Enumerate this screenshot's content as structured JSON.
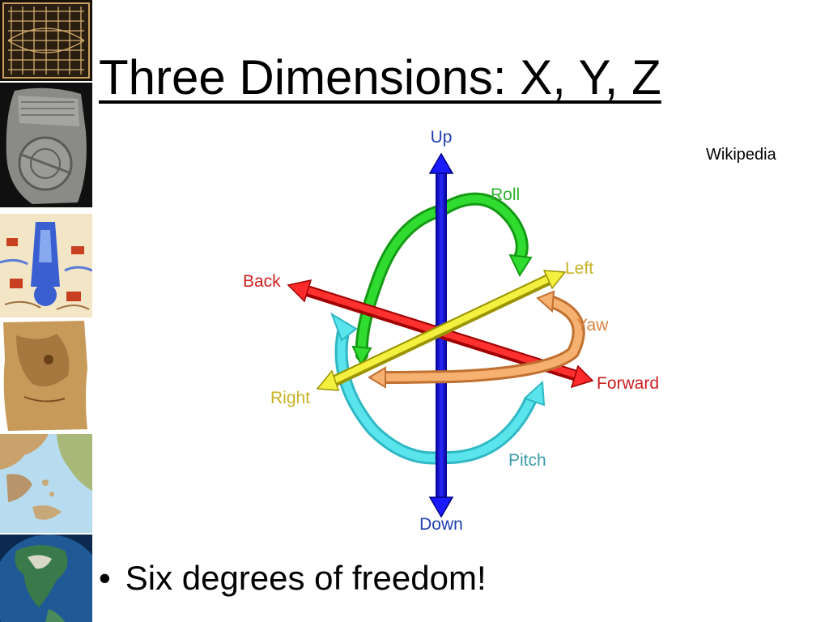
{
  "slide": {
    "title": "Three Dimensions: X, Y, Z",
    "credit": "Wikipedia",
    "bullet": "Six degrees of freedom!",
    "bullet_marker": "•"
  },
  "diagram": {
    "axes": {
      "up": "Up",
      "down": "Down",
      "back": "Back",
      "forward": "Forward",
      "left": "Left",
      "right": "Right"
    },
    "rotations": {
      "roll": "Roll",
      "yaw": "Yaw",
      "pitch": "Pitch"
    },
    "colors": {
      "vertical_axis": "#1a1aff",
      "back_forward_axis": "#e81e1e",
      "left_right_axis": "#e8e11e",
      "roll": "#26d626",
      "yaw": "#f0a060",
      "pitch": "#40d8e0",
      "label_blue": "#1f3fb0",
      "label_red": "#cc2020",
      "label_yellow": "#c9b226",
      "label_green": "#2fb02f",
      "label_orange": "#d98040",
      "label_teal": "#3a9ca8"
    }
  },
  "sidebar": {
    "thumbnails": [
      "grid-map-thumbnail",
      "clay-tablet-map-thumbnail",
      "illustrated-map-thumbnail",
      "parchment-map-thumbnail",
      "relief-map-thumbnail",
      "globe-thumbnail"
    ]
  }
}
